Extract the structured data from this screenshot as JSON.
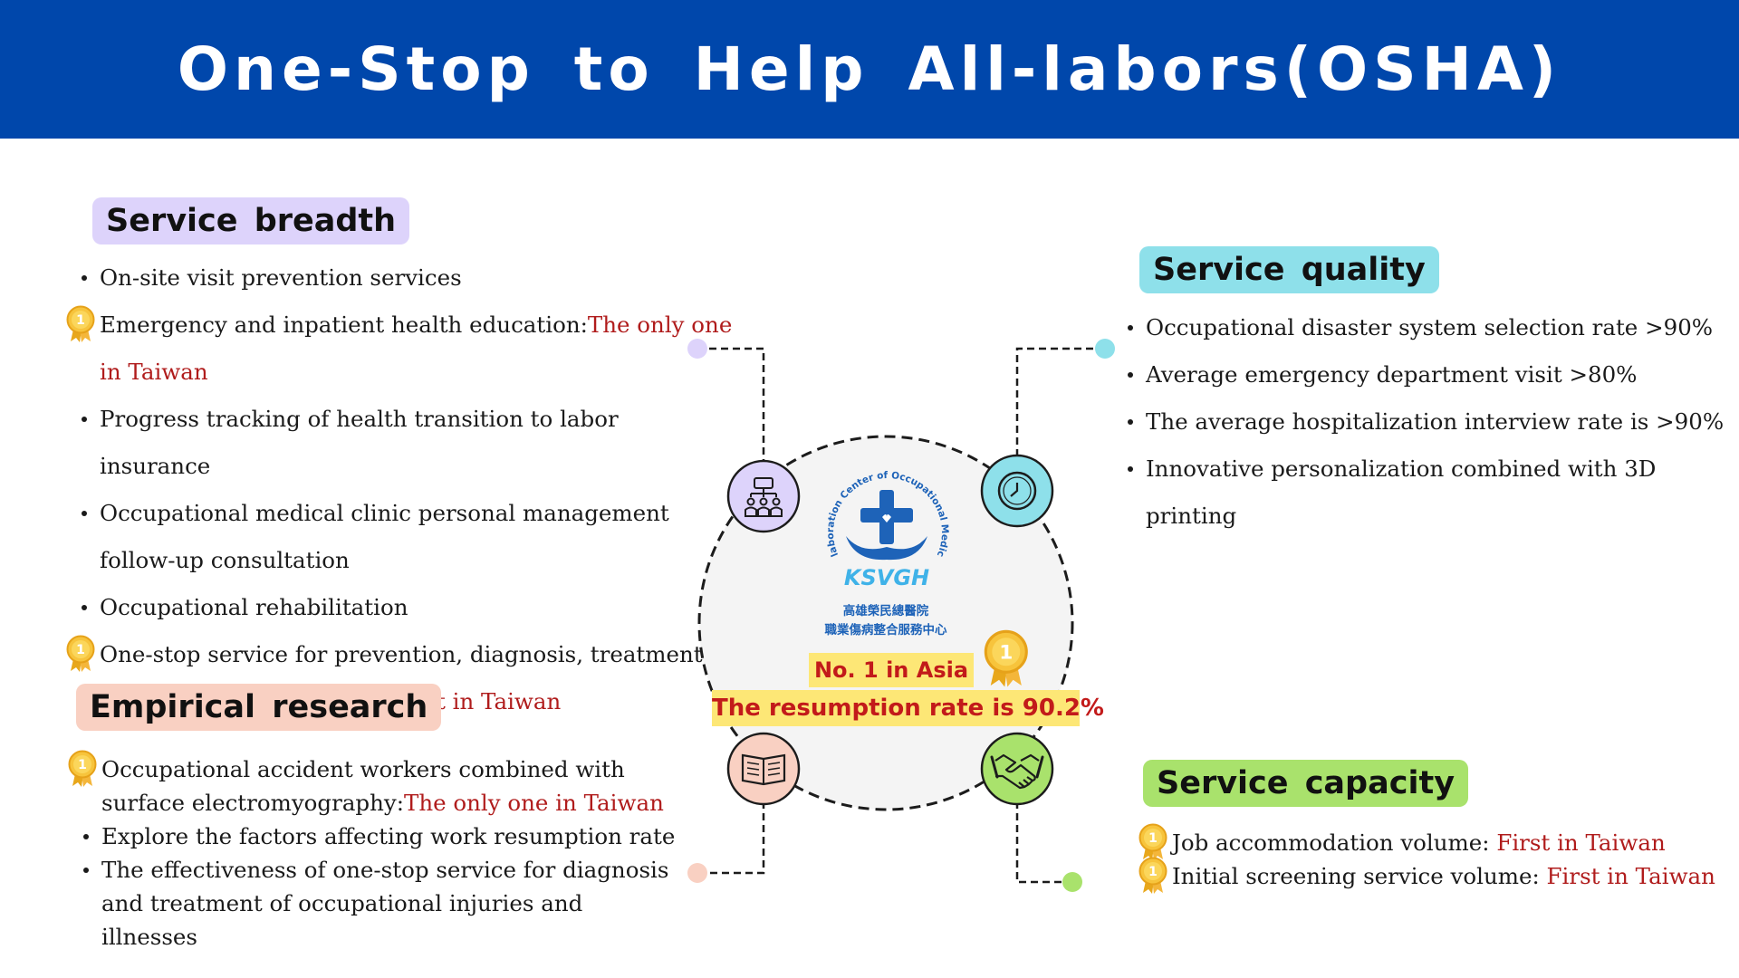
{
  "header": {
    "title": "One-Stop to Help All-labors(OSHA)"
  },
  "colors": {
    "banner": "#0047ab",
    "breadth": "#ddd3fb",
    "quality": "#8ee0ea",
    "empirical": "#f9d0c2",
    "capacity": "#a9e26c",
    "highlight_text": "#b01c1c",
    "hub_pill": "#fde776"
  },
  "service_breadth": {
    "label": "Service breadth",
    "items": [
      {
        "text": "On-site visit prevention services",
        "highlight": "",
        "medal": false
      },
      {
        "text": "Emergency and inpatient health education:",
        "highlight": "The only one in Taiwan",
        "medal": true
      },
      {
        "text": "Progress tracking of health transition to labor insurance",
        "highlight": "",
        "medal": false
      },
      {
        "text": "Occupational medical clinic personal management follow-up consultation",
        "highlight": "",
        "medal": false
      },
      {
        "text": "Occupational rehabilitation",
        "highlight": "",
        "medal": false
      },
      {
        "text": "One-stop service for prevention, diagnosis, treatment and reconstruction:",
        "highlight": "The fastest in Taiwan",
        "medal": true
      }
    ]
  },
  "service_quality": {
    "label": "Service quality",
    "items": [
      {
        "text": "Occupational disaster system selection rate >90%"
      },
      {
        "text": "Average emergency department visit >80%"
      },
      {
        "text": "The average hospitalization interview rate is >90%"
      },
      {
        "text": "Innovative personalization combined with 3D printing"
      }
    ]
  },
  "empirical_research": {
    "label": "Empirical research",
    "items": [
      {
        "text": "Occupational accident workers combined with surface electromyography:",
        "highlight": "The only one in Taiwan",
        "medal": true
      },
      {
        "text": "Explore the factors affecting work resumption rate",
        "highlight": "",
        "medal": false
      },
      {
        "text": "The effectiveness of one-stop service for diagnosis and treatment of occupational injuries and illnesses",
        "highlight": "",
        "medal": false
      }
    ]
  },
  "service_capacity": {
    "label": "Service capacity",
    "items": [
      {
        "text": "Job accommodation volume: ",
        "highlight": "First in Taiwan",
        "medal": true
      },
      {
        "text": "Initial screening service volume: ",
        "highlight": "First in Taiwan",
        "medal": true
      }
    ]
  },
  "hub": {
    "logo_ring_text": "Collaboration Center of Occupational Medicine",
    "logo_name": "KSVGH",
    "org_line1": "高雄榮民總醫院",
    "org_line2": "職業傷病整合服務中心",
    "rank": "No. 1 in Asia",
    "rate": "The resumption rate is 90.2%"
  },
  "medal": {
    "digit": "1"
  },
  "icons": {
    "breadth": "org-chart-icon",
    "quality": "clock-icon",
    "empirical": "book-icon",
    "capacity": "handshake-icon"
  }
}
